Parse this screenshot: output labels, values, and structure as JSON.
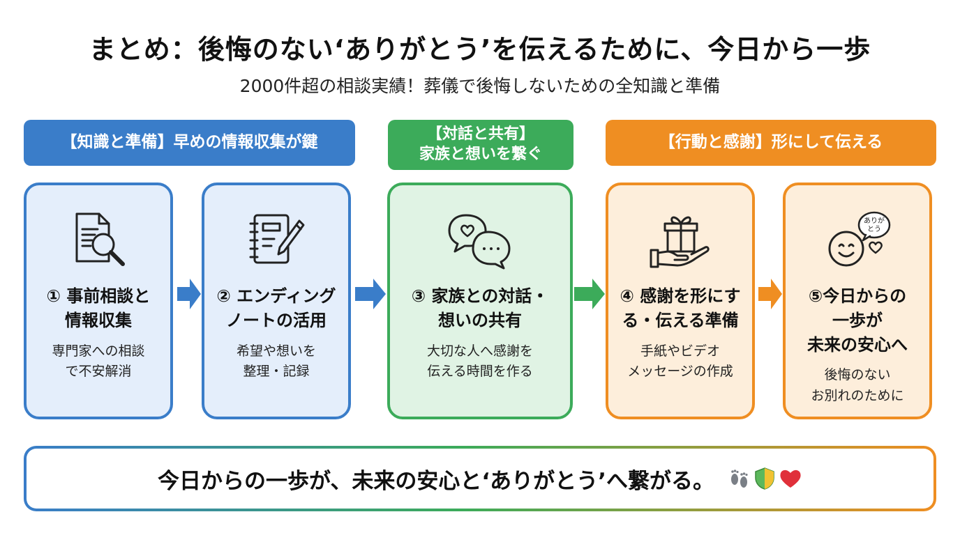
{
  "title": "まとめ：後悔のない‘ありがとう’を伝えるために、今日から一歩",
  "subtitle": "2000件超の相談実績！葬儀で後悔しないための全知識と準備",
  "groups": [
    {
      "label": "【知識と準備】早めの情報収集が鍵",
      "color": "#3a7dc9"
    },
    {
      "line1": "【対話と共有】",
      "line2": "家族と想いを繋ぐ",
      "color": "#3cab5a"
    },
    {
      "label": "【行動と感謝】形にして伝える",
      "color": "#ef8e22"
    }
  ],
  "steps": [
    {
      "title_l1": "① 事前相談と",
      "title_l2": "情報収集",
      "desc_l1": "専門家への相談",
      "desc_l2": "で不安解消",
      "icon": "document-search-icon"
    },
    {
      "title_l1": "② エンディング",
      "title_l2": "ノートの活用",
      "desc_l1": "希望や想いを",
      "desc_l2": "整理・記録",
      "icon": "notebook-pen-icon"
    },
    {
      "title_l1": "③ 家族との対話・",
      "title_l2": "想いの共有",
      "desc_l1": "大切な人へ感謝を",
      "desc_l2": "伝える時間を作る",
      "icon": "chat-bubbles-heart-icon"
    },
    {
      "title_l1": "④ 感謝を形にす",
      "title_l2": "る・伝える準備",
      "desc_l1": "手紙やビデオ",
      "desc_l2": "メッセージの作成",
      "icon": "gift-hand-icon"
    },
    {
      "title_l1": "⑤今日からの",
      "title_l2": "一歩が",
      "title_l3": "未来の安心へ",
      "desc_l1": "後悔のない",
      "desc_l2": "お別れのために",
      "icon": "smile-thanks-icon",
      "bubble_l1": "ありが",
      "bubble_l2": "とう"
    }
  ],
  "footer": {
    "text": "今日からの一歩が、未来の安心と‘ありがとう’へ繋がる。",
    "icons": [
      "footprints-icon",
      "shield-icon",
      "heart-icon"
    ]
  },
  "colors": {
    "blue": "#3a7dc9",
    "green": "#3cab5a",
    "orange": "#ef8e22"
  }
}
